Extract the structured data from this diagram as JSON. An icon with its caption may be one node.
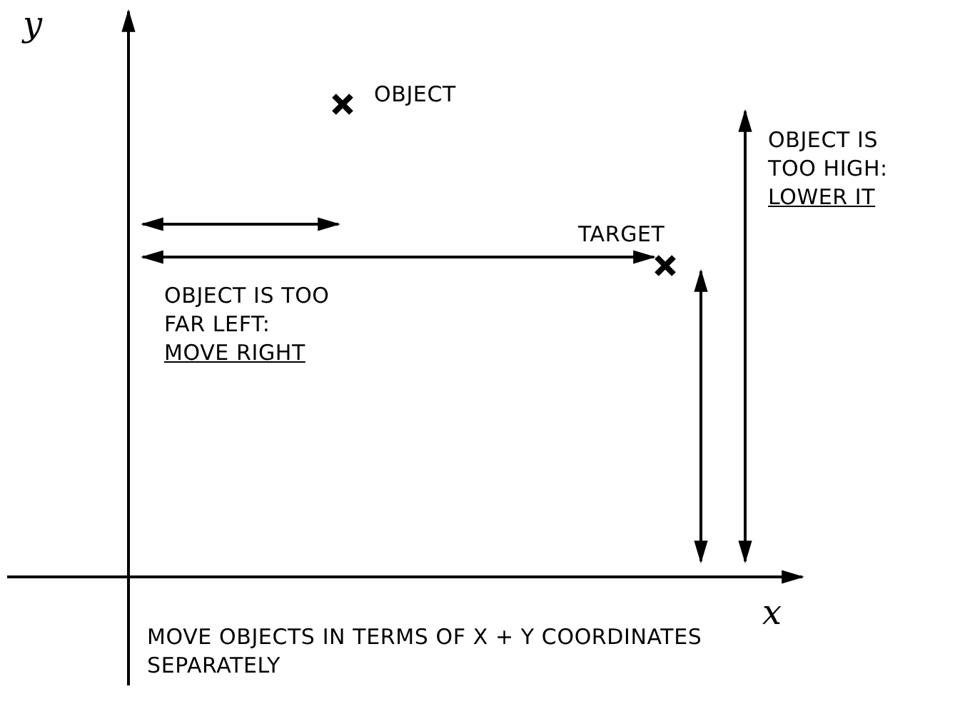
{
  "diagram": {
    "labels": [
      "y",
      "OBJECT",
      "OBJECT IS TOO HIGH:",
      "LOWER IT",
      "TARGET",
      "OBJECT IS TOO FAR LEFT:",
      "MOVE RIGHT",
      "x",
      "MOVE OBJECTS IN TERMS OF X + Y COORDINATES SEPARATELY"
    ]
  }
}
